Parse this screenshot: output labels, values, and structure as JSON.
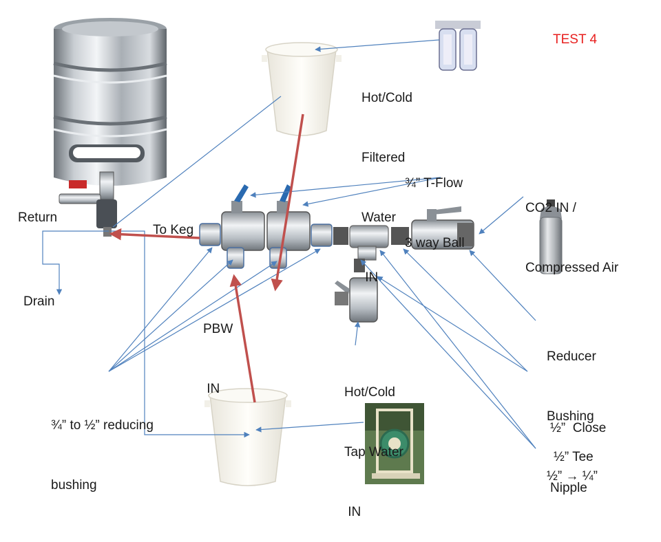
{
  "title_tag": "TEST 4",
  "labels": {
    "filtered_water": [
      "Hot/Cold",
      "Filtered",
      "Water",
      " IN"
    ],
    "t_flow": [
      "¾” T-Flow",
      "3 way Ball"
    ],
    "co2": [
      "CO2 IN /",
      "Compressed Air"
    ],
    "return": "Return",
    "to_keg": "To Keg",
    "drain": "Drain",
    "pbw": [
      "PBW",
      " IN"
    ],
    "reducer": [
      "Reducer",
      "Bushing",
      "½” → ¼”"
    ],
    "tap_water": [
      "Hot/Cold",
      "Tap Water",
      " IN"
    ],
    "reducing_bushing": [
      "¾” to ½” reducing",
      "bushing"
    ],
    "close_nipple": [
      "½”  Close",
      "Nipple"
    ],
    "tee": "½” Tee"
  },
  "colors": {
    "arrow_blue": "#4f81bd",
    "arrow_red": "#c0504d",
    "title_red": "#e8201f"
  }
}
